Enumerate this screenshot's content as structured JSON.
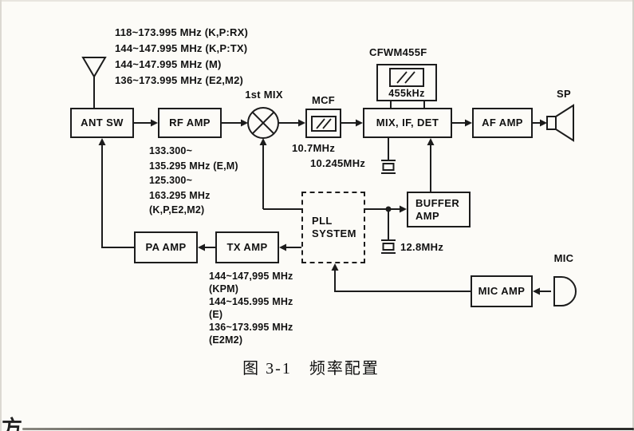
{
  "diagram": {
    "caption": "图 3-1　频率配置",
    "corner_fragment": "方",
    "blocks": {
      "ant_sw": "ANT SW",
      "rf_amp": "RF AMP",
      "first_mix_label": "1st MIX",
      "mcf_label": "MCF",
      "mcf_freq": "10.7MHz",
      "mix_if_det": "MIX, IF, DET",
      "cfwm_label": "CFWM455F",
      "cfwm_freq": "455kHz",
      "af_amp": "AF AMP",
      "sp_label": "SP",
      "xtal_if_freq": "10.245MHz",
      "pll_line1": "PLL",
      "pll_line2": "SYSTEM",
      "buffer_line1": "BUFFER",
      "buffer_line2": "AMP",
      "xtal_ref_freq": "12.8MHz",
      "pa_amp": "PA AMP",
      "tx_amp": "TX AMP",
      "mic_amp": "MIC AMP",
      "mic_label": "MIC"
    },
    "annotations": {
      "antenna_freqs": [
        "118~173.995 MHz (K,P:RX)",
        "144~147.995 MHz (K,P:TX)",
        "144~147.995 MHz (M)",
        "136~173.995 MHz (E2,M2)"
      ],
      "rf_amp_freqs": [
        "133.300~",
        "135.295 MHz (E,M)",
        "125.300~",
        "163.295 MHz",
        "(K,P,E2,M2)"
      ],
      "tx_amp_freqs": [
        "144~147,995 MHz",
        "(KPM)",
        "144~145.995 MHz",
        "(E)",
        "136~173.995 MHz",
        "(E2M2)"
      ]
    }
  }
}
